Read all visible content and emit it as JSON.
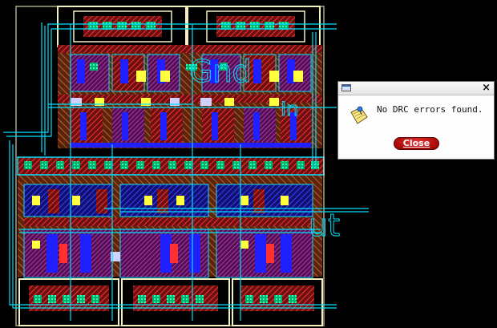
{
  "dialog": {
    "message": "No DRC errors found.",
    "close_button_label": "Close",
    "close_x": "×"
  },
  "layout_labels": [
    {
      "name": "net-label-gnd-top",
      "text": "Gnd"
    },
    {
      "name": "net-label-in",
      "text": "In"
    },
    {
      "name": "net-label-out",
      "text": "ut"
    }
  ],
  "colors": {
    "background": "#000000",
    "cell_outline": "#f5f0c0",
    "poly": "#ff2020",
    "diffusion": "#8a3a1a",
    "metal1": "#2020ff",
    "metal2": "#ff40ff",
    "contact": "#ffff40",
    "via": "#20e0a0",
    "wire_outline": "#00e0ff",
    "button_red": "#c01010"
  }
}
